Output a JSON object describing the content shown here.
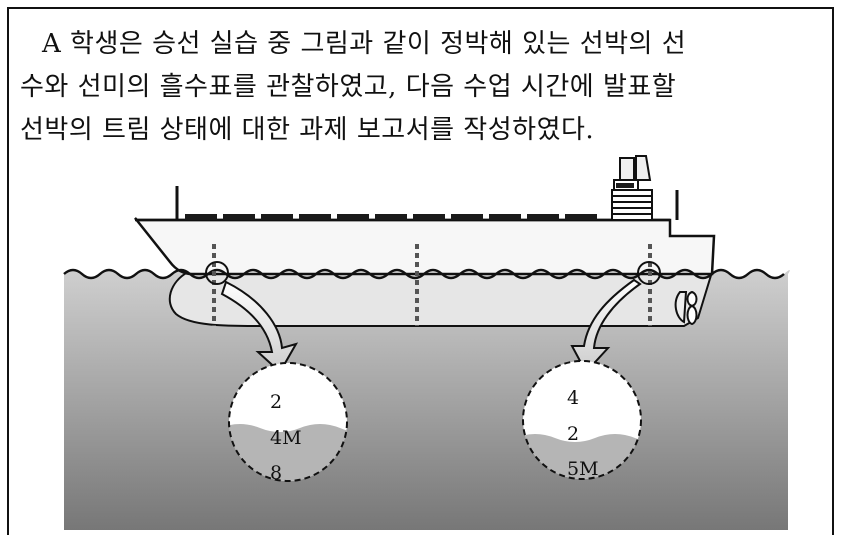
{
  "passage": {
    "line1": "A 학생은 승선 실습 중 그림과 같이 정박해 있는 선박의 선",
    "line2": "수와 선미의 흘수표를 관찰하였고, 다음 수업 시간에 발표할",
    "line3": "선박의 트림 상태에 대한 과제 보고서를 작성하였다."
  },
  "bow_draft_mark": {
    "top": "2",
    "middle": "4M",
    "bottom": "8"
  },
  "stern_draft_mark": {
    "top": "4",
    "middle": "2",
    "bottom": "5M"
  },
  "colors": {
    "sea_top": "#bdbdbd",
    "sea_bottom": "#7d7d7d",
    "hull": "#f2f2f2",
    "deck_box": "#1a1a1a"
  }
}
